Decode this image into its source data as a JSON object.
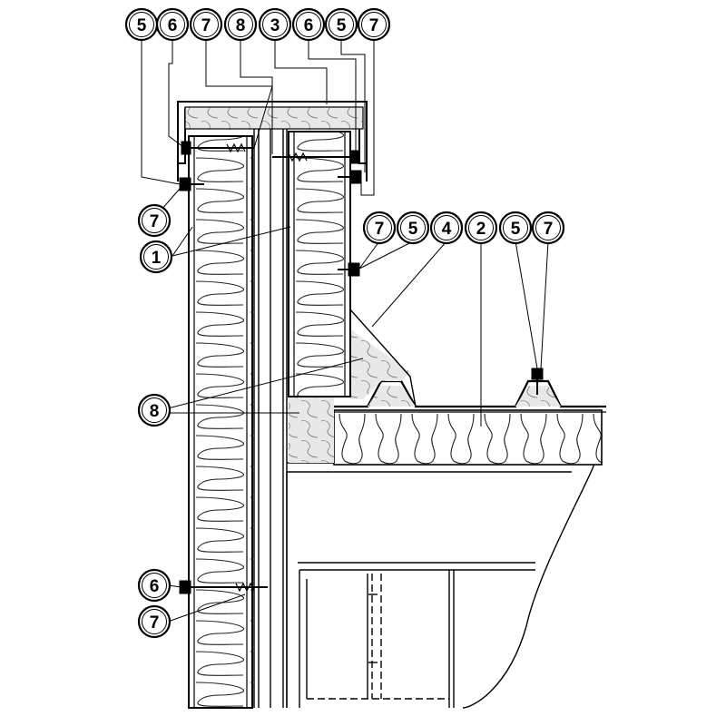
{
  "colors": {
    "line": "#000000",
    "insulation": "#e6e6e6",
    "background": "#ffffff",
    "steel": "#ffffff"
  },
  "callouts": {
    "top": [
      "5",
      "6",
      "7",
      "8",
      "3",
      "6",
      "5",
      "7"
    ],
    "left_upper": "7",
    "left_panel": "1",
    "roof_right_a": [
      "7",
      "5",
      "4",
      "2"
    ],
    "roof_right_b": [
      "5",
      "7"
    ],
    "middle": "8",
    "left_bottom_a": "6",
    "left_bottom_b": "7"
  }
}
